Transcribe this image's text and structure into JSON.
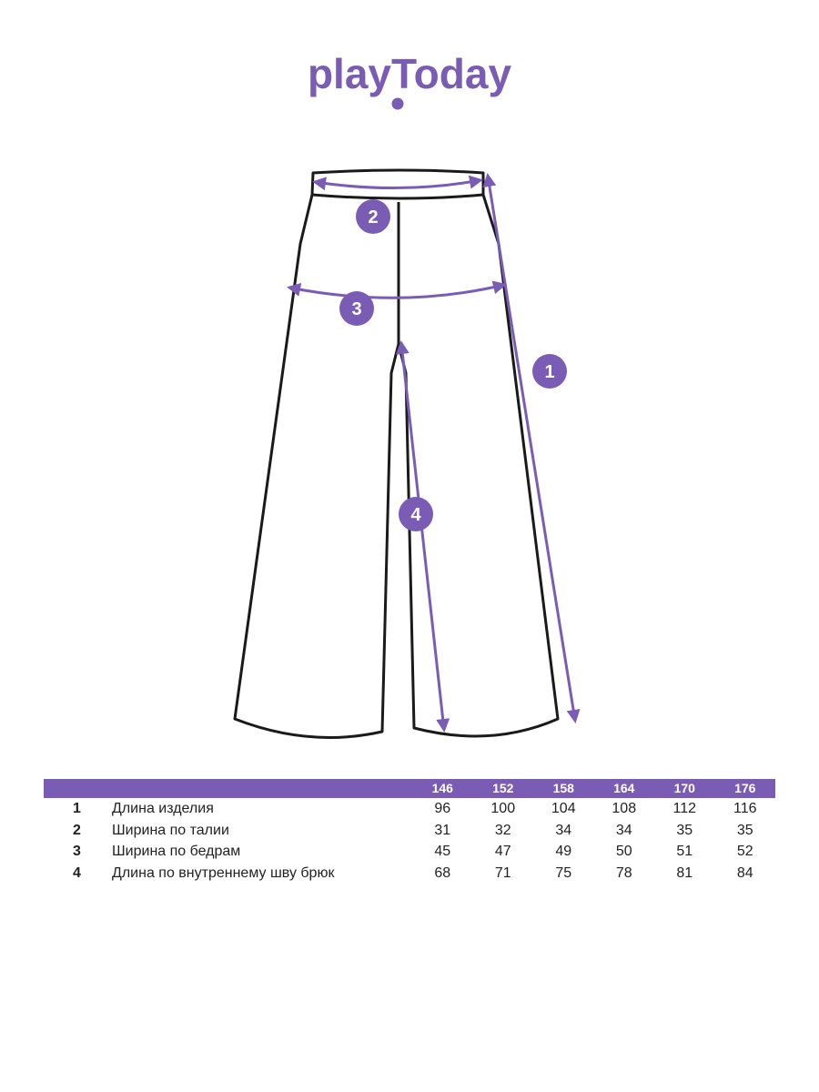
{
  "brand": {
    "name": "playToday",
    "color": "#7a5cb5"
  },
  "diagram": {
    "markers": [
      {
        "id": "1",
        "label": "1"
      },
      {
        "id": "2",
        "label": "2"
      },
      {
        "id": "3",
        "label": "3"
      },
      {
        "id": "4",
        "label": "4"
      }
    ]
  },
  "table": {
    "sizes": [
      "146",
      "152",
      "158",
      "164",
      "170",
      "176"
    ],
    "rows": [
      {
        "num": "1",
        "name": "Длина изделия",
        "values": [
          "96",
          "100",
          "104",
          "108",
          "112",
          "116"
        ]
      },
      {
        "num": "2",
        "name": "Ширина по талии",
        "values": [
          "31",
          "32",
          "34",
          "34",
          "35",
          "35"
        ]
      },
      {
        "num": "3",
        "name": "Ширина по бедрам",
        "values": [
          "45",
          "47",
          "49",
          "50",
          "51",
          "52"
        ]
      },
      {
        "num": "4",
        "name": "Длина по внутреннему шву брюк",
        "values": [
          "68",
          "71",
          "75",
          "78",
          "81",
          "84"
        ]
      }
    ]
  }
}
